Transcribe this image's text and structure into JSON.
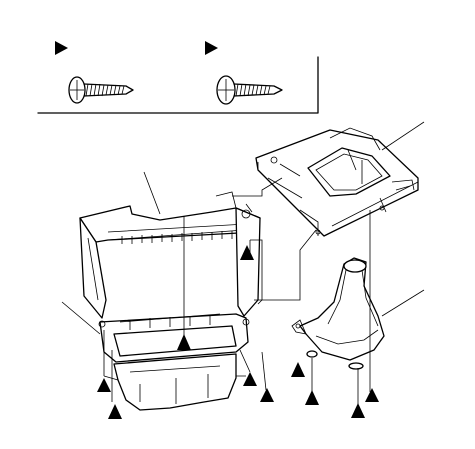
{
  "legend": {
    "fasteners": [
      {
        "icon": "triangle-marker-icon",
        "item": "tapping-screw"
      },
      {
        "icon": "triangle-marker-icon",
        "item": "tapping-screw"
      }
    ]
  },
  "markers": [
    {
      "name": "marker-upper-panel-center"
    },
    {
      "name": "marker-upper-panel-right"
    },
    {
      "name": "marker-tray-center"
    },
    {
      "name": "marker-console-left-1"
    },
    {
      "name": "marker-console-left-2"
    },
    {
      "name": "marker-console-right-1"
    },
    {
      "name": "marker-console-right-2"
    },
    {
      "name": "marker-boot-left"
    },
    {
      "name": "marker-boot-center"
    },
    {
      "name": "marker-boot-right-1"
    },
    {
      "name": "marker-boot-right-2"
    }
  ],
  "colors": {
    "line": "#000000",
    "background": "#ffffff"
  }
}
